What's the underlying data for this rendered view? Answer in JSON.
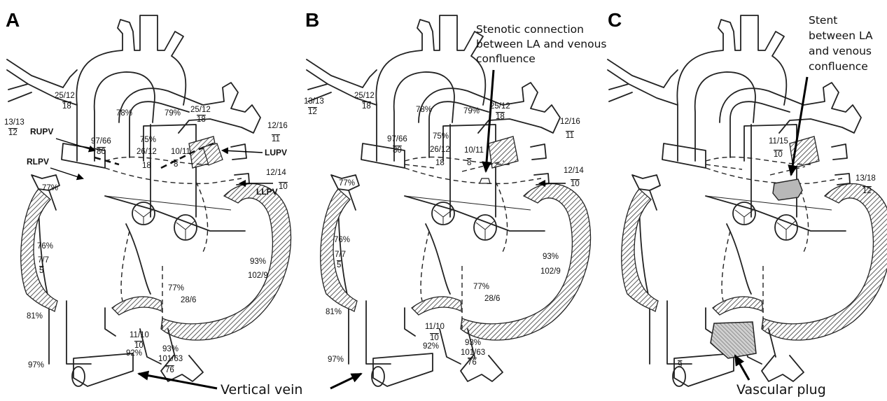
{
  "panels": [
    {
      "letter": "A",
      "labels": {
        "rupv": "RUPV",
        "rlpv": "RLPV",
        "lupv": "LUPV",
        "llpv": "LLPV",
        "svc_p": "25/12",
        "svc_m": "18",
        "innom_p": "13/13",
        "innom_m": "12",
        "ao_sat": "78%",
        "pa_sat": "79%",
        "pa_p": "25/12",
        "pa_m": "18",
        "lpa_p": "12/16",
        "lpa_m": "11",
        "rpa_p": "97/66",
        "rpa_m": "80",
        "la_sat": "75%",
        "la_p": "26/12",
        "la_m": "18",
        "conf_p": "10/11",
        "conf_m": "8",
        "llpv_p": "12/14",
        "llpv_m": "10",
        "ra_top": "77%",
        "ra_sat": "76%",
        "ra_p": "7/7",
        "ra_m": "5",
        "lv_sat": "93%",
        "lv_p": "102/9",
        "rv_sat": "77%",
        "rv_p": "28/6",
        "ivc_sat": "81%",
        "vv_p": "11/10",
        "vv_m": "10",
        "vv_sat": "92%",
        "vv_low": "97%",
        "desc_sat": "93%",
        "desc_p": "101/63",
        "desc_m": "76"
      }
    },
    {
      "letter": "B",
      "annotation": [
        "Stenotic connection",
        "between LA and venous",
        "confluence"
      ],
      "labels": {
        "svc_p": "25/12",
        "svc_m": "18",
        "innom_p": "13/13",
        "innom_m": "12",
        "ao_sat": "78%",
        "pa_sat": "79%",
        "pa_p": "25/12",
        "pa_m": "18",
        "lpa_p": "12/16",
        "lpa_m": "11",
        "rpa_p": "97/66",
        "rpa_m": "80",
        "la_sat": "75%",
        "la_p": "26/12",
        "la_m": "18",
        "conf_p": "10/11",
        "conf_m": "8",
        "llpv_p": "12/14",
        "llpv_m": "10",
        "ra_top": "77%",
        "ra_sat": "76%",
        "ra_p": "7/7",
        "ra_m": "5",
        "lv_sat": "93%",
        "lv_p": "102/9",
        "rv_sat": "77%",
        "rv_p": "28/6",
        "ivc_sat": "81%",
        "vv_p": "11/10",
        "vv_m": "10",
        "vv_sat": "92%",
        "vv_low": "97%",
        "desc_sat": "93%",
        "desc_p": "101/63",
        "desc_m": "76"
      }
    },
    {
      "letter": "C",
      "annotation": [
        "Stent",
        "between LA",
        "and venous",
        "confluence"
      ],
      "labels": {
        "conf_p": "11/15",
        "conf_m": "10",
        "llpv_p": "13/18",
        "llpv_m": "12",
        "vv_m": "9"
      },
      "plug_label": "Vascular plug"
    }
  ],
  "bottom_label": "Vertical vein"
}
